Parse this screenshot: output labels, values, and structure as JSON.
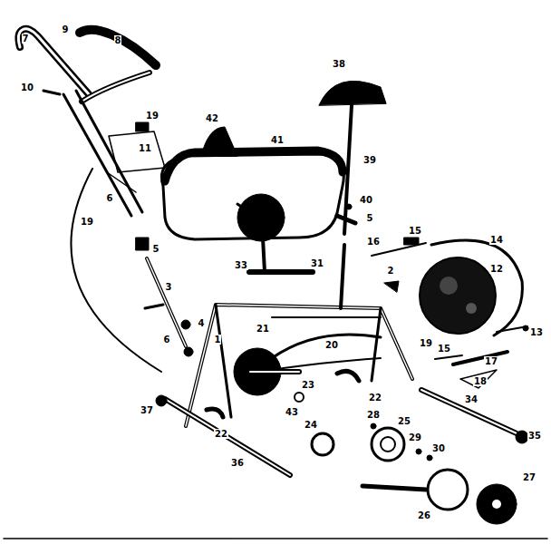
{
  "diagram": {
    "labels": [
      "7",
      "9",
      "8",
      "10",
      "19",
      "11",
      "42",
      "38",
      "41",
      "39",
      "40",
      "5",
      "6",
      "19",
      "5",
      "3",
      "33",
      "31",
      "15",
      "16",
      "14",
      "2",
      "12",
      "4",
      "6",
      "1",
      "21",
      "20",
      "13",
      "19",
      "15",
      "17",
      "18",
      "23",
      "22",
      "43",
      "37",
      "22",
      "24",
      "28",
      "25",
      "29",
      "30",
      "34",
      "35",
      "36",
      "26",
      "27"
    ]
  }
}
